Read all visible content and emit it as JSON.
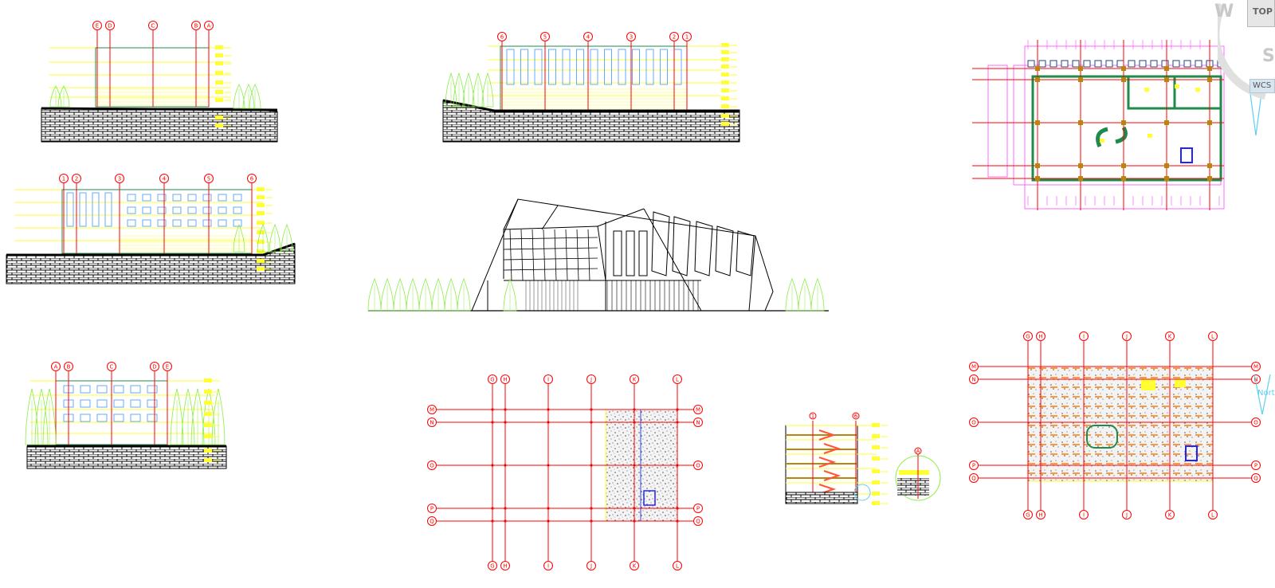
{
  "viewcube": {
    "compass_west": "W",
    "compass_south": "S",
    "top_button": "TOP",
    "wcs": "WCS",
    "north_arrow": "North"
  },
  "drawings": {
    "elevation_top_left_axes": [
      "E",
      "D",
      "C",
      "B",
      "A"
    ],
    "elevation_top_center_axes": [
      "6",
      "5",
      "4",
      "3",
      "2",
      "1"
    ],
    "elevation_mid_left_axes": [
      "1",
      "2",
      "3",
      "4",
      "5",
      "6"
    ],
    "elevation_bottom_left_axes": [
      "A",
      "B",
      "C",
      "D",
      "E"
    ],
    "plan_columns": [
      "G",
      "H",
      "I",
      "J",
      "K",
      "L"
    ],
    "plan_rows": [
      "M",
      "N",
      "O",
      "P",
      "Q"
    ],
    "section_axes": [
      "1",
      "6"
    ],
    "detail_axis": "A"
  },
  "colors": {
    "grid": "#ff0000",
    "levels": "#ffff33",
    "walls": "#1f8a4a",
    "trees": "#88ee44",
    "glazing": "#66aaff",
    "dimension": "#ff44ff",
    "cyan": "#5fd0ef"
  }
}
